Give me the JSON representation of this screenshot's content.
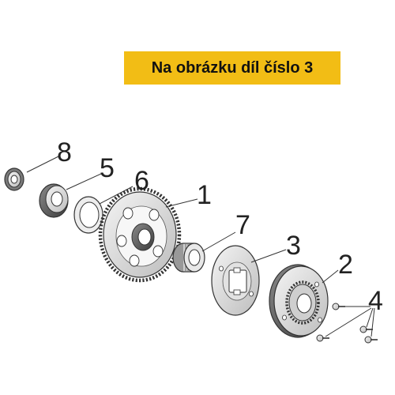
{
  "banner": {
    "text": "Na obrázku díl číslo 3",
    "color": "#f2bd15"
  },
  "callouts": [
    "8",
    "5",
    "6",
    "1",
    "7",
    "3",
    "2",
    "4"
  ],
  "line_color": "#333333"
}
